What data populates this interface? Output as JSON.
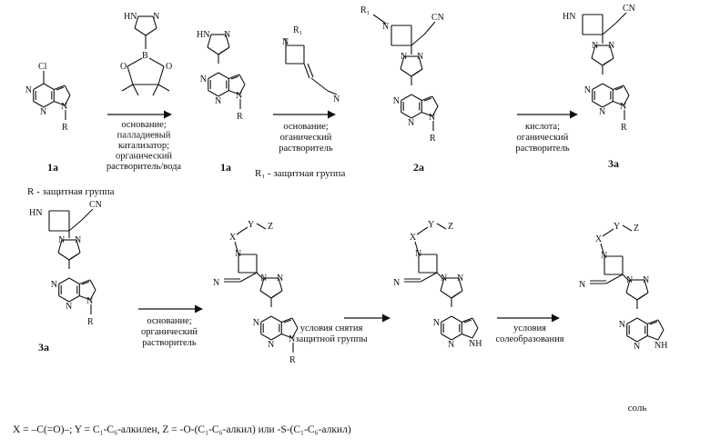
{
  "compounds": {
    "c1": "1a",
    "c2": "1a",
    "c3": "2a",
    "c4": "3a",
    "c5": "3a"
  },
  "notes": {
    "r_protecting": "R - защитная группа",
    "r1_protecting": "R₁ - защитная группа"
  },
  "conditions": {
    "step1": [
      "основание;",
      "палладиевый",
      "катализатор;",
      "органический",
      "растворитель/вода"
    ],
    "step2": [
      "основание;",
      "оганический",
      "растворитель"
    ],
    "step3": [
      "кислота;",
      "оганический",
      "растворитель"
    ],
    "step4": [
      "основание;",
      "органический",
      "растворитель"
    ],
    "step5": [
      "условия снятия",
      "защитной группы"
    ],
    "step6": [
      "условия",
      "солеобразования"
    ]
  },
  "salt_label": "соль",
  "legend": "X = –C(=O)–;  Y = C₁-C₆-алкилен, Z = -O-(C₁-C₆-алкил) или -S-(C₁-C₆-алкил)",
  "atoms": {
    "cl": "Cl",
    "n": "N",
    "nh": "NH",
    "hn": "HN",
    "h": "H",
    "b": "B",
    "o": "O",
    "r": "R",
    "r1": "R₁",
    "cn": "CN",
    "x": "X",
    "y": "Y",
    "z": "Z"
  }
}
